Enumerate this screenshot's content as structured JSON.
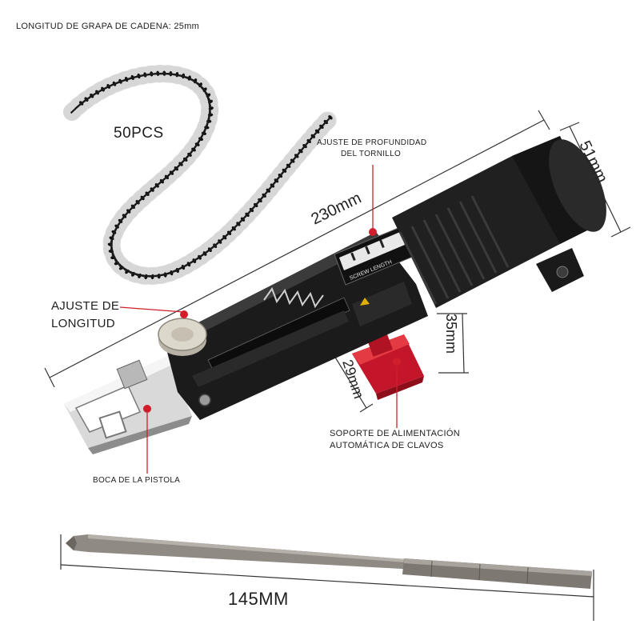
{
  "header": {
    "chain_length_label": "LONGITUD DE GRAPA DE CADENA: 25mm"
  },
  "screw_strip": {
    "quantity_label": "50PCS"
  },
  "dimensions": {
    "length": "230mm",
    "head_diameter": "51mm",
    "height_rear": "35mm",
    "height_front": "29mm",
    "bit_length": "145MM"
  },
  "callouts": {
    "screw_depth": [
      "AJUSTE DE PROFUNDIDAD",
      "DEL TORNILLO"
    ],
    "length_adjust": [
      "AJUSTE DE",
      "LONGITUD"
    ],
    "feed_support": [
      "SOPORTE DE ALIMENTACIÓN",
      "AUTOMÁTICA DE CLAVOS"
    ],
    "nozzle": "BOCA DE LA PISTOLA"
  },
  "tool_markings": {
    "screw_length": "SCREW LENGTH"
  },
  "colors": {
    "accent_red": "#d01f2b",
    "body_black": "#1c1c1c",
    "metal": "#c9c9c9",
    "bit_steel": "#8f8a84"
  }
}
